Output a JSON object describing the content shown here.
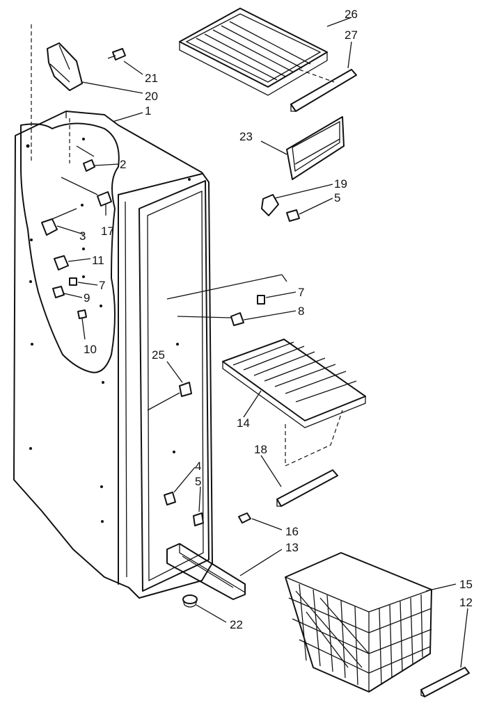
{
  "labels": {
    "l1": "1",
    "l2": "2",
    "l3": "3",
    "l4": "4",
    "l5a": "5",
    "l5b": "5",
    "l7a": "7",
    "l7b": "7",
    "l8": "8",
    "l9": "9",
    "l10": "10",
    "l11": "11",
    "l12": "12",
    "l13": "13",
    "l14": "14",
    "l15": "15",
    "l16": "16",
    "l17": "17",
    "l18": "18",
    "l19": "19",
    "l20": "20",
    "l21": "21",
    "l22": "22",
    "l23": "23",
    "l25": "25",
    "l26": "26",
    "l27": "27"
  }
}
